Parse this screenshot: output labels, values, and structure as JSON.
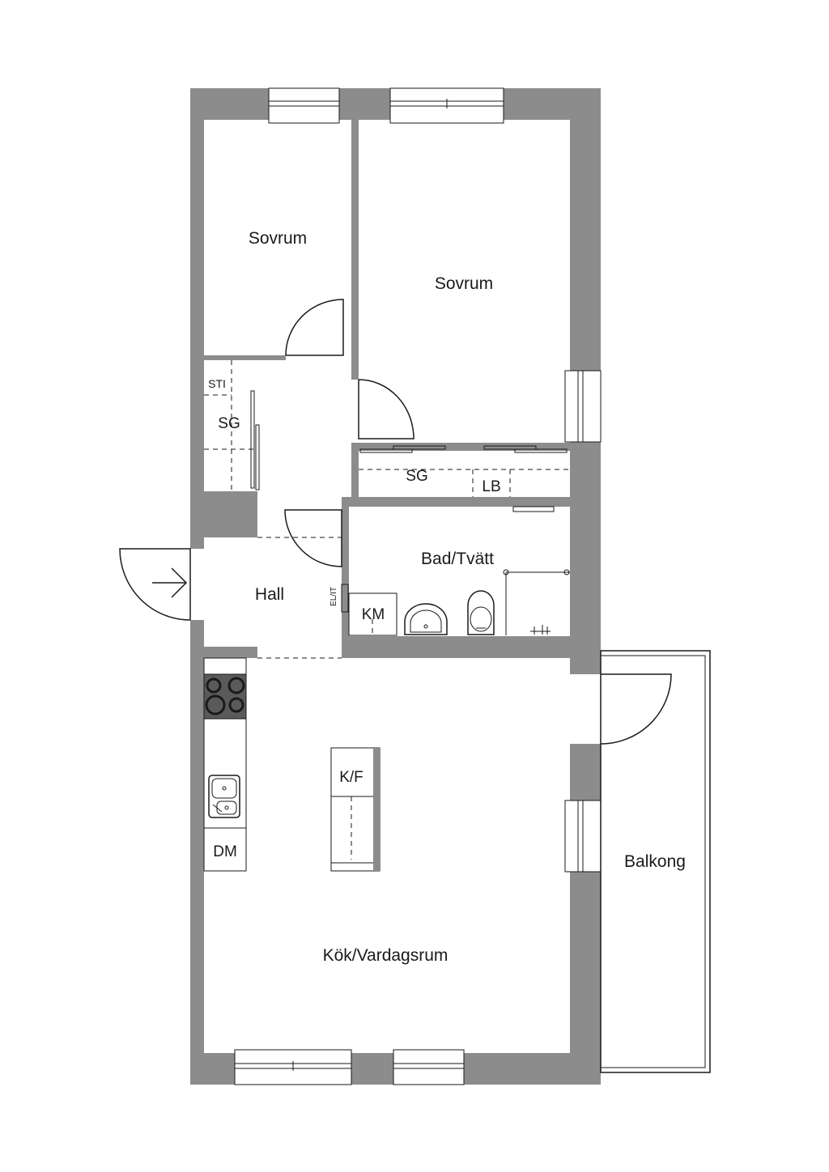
{
  "rooms": {
    "bedroom_1": "Sovrum",
    "bedroom_2": "Sovrum",
    "hall": "Hall",
    "bathroom": "Bad/Tvätt",
    "kitchen_living": "Kök/Vardagsrum",
    "balcony": "Balkong"
  },
  "fixtures": {
    "linen_closet": "STI",
    "wardrobe_hall": "SG",
    "wardrobe_bedroom": "SG",
    "linen_cabinet": "LB",
    "washing_machine": "KM",
    "electrical_panel": "EL/IT",
    "fridge_freezer": "K/F",
    "dishwasher": "DM"
  },
  "colors": {
    "wall": "#8c8c8c",
    "line": "#1a1a1a",
    "background": "#ffffff"
  }
}
